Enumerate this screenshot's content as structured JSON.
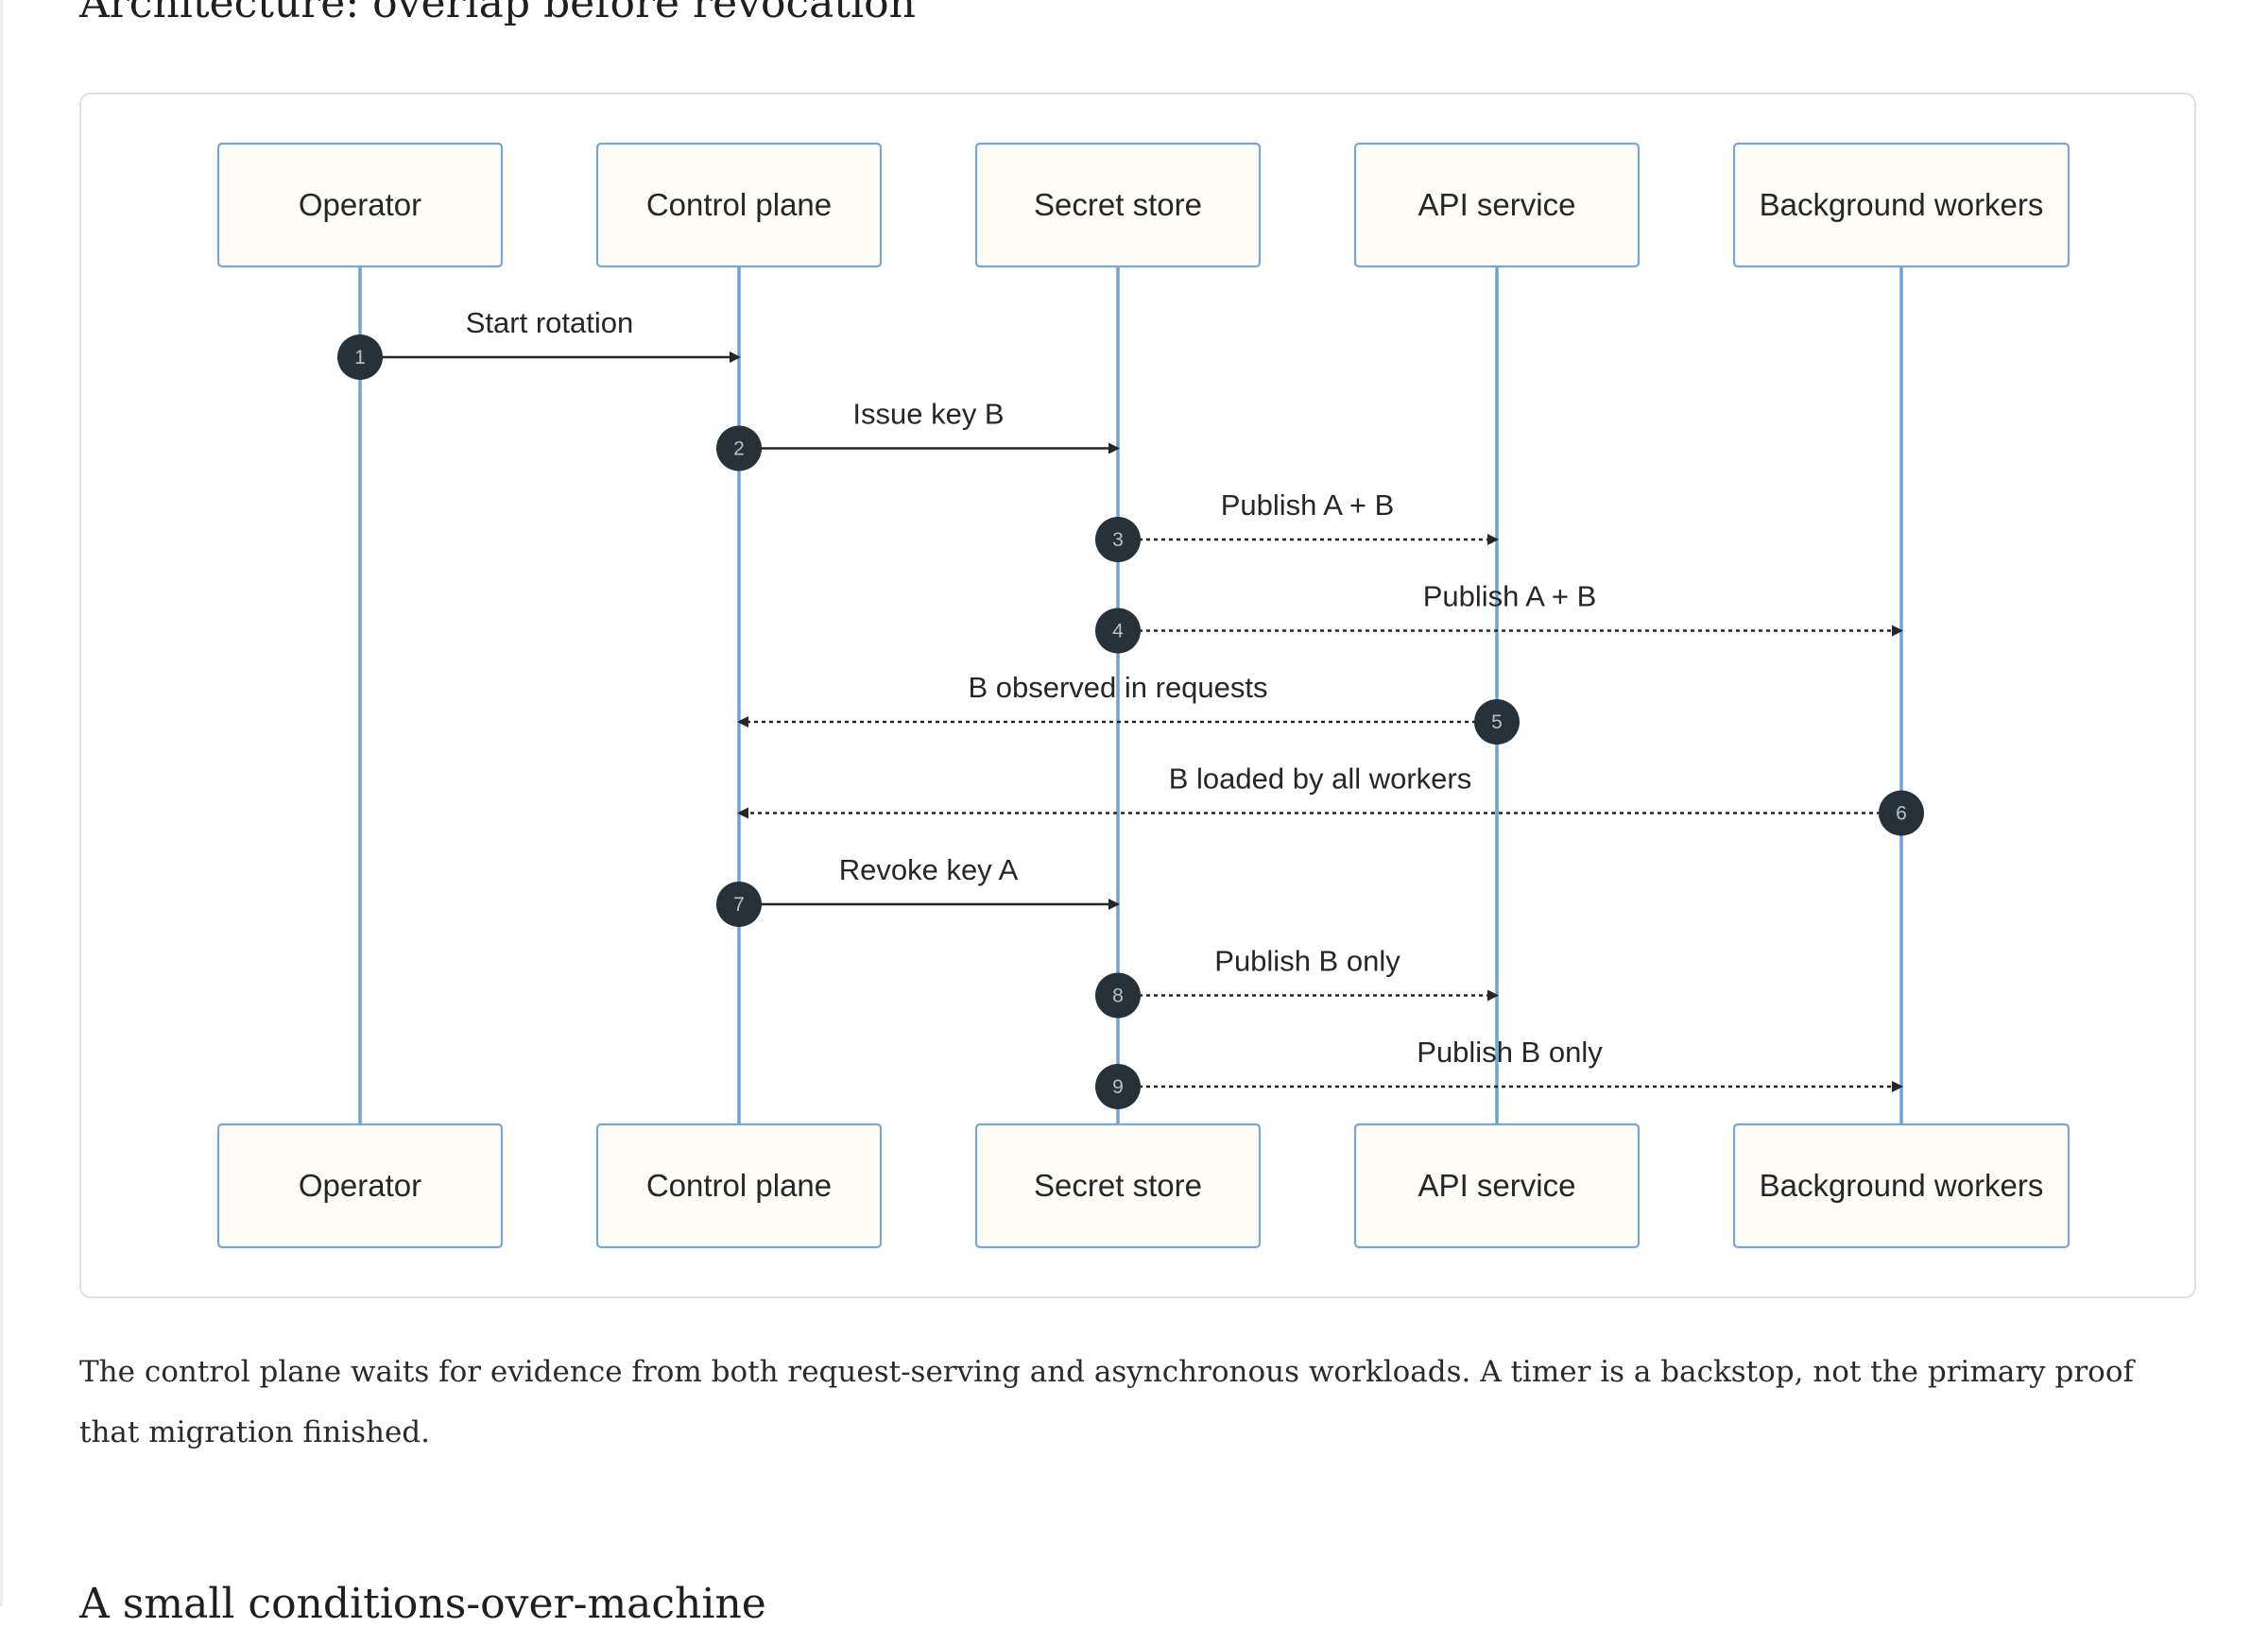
{
  "headings": {
    "architecture": "Architecture: overlap before revocation",
    "next": "A small conditions-over-machine"
  },
  "diagram": {
    "participants": [
      {
        "id": "operator",
        "label": "Operator"
      },
      {
        "id": "control",
        "label": "Control plane"
      },
      {
        "id": "store",
        "label": "Secret store"
      },
      {
        "id": "api",
        "label": "API service"
      },
      {
        "id": "workers",
        "label": "Background workers"
      }
    ],
    "messages": [
      {
        "num": "1",
        "from": "operator",
        "to": "control",
        "label": "Start rotation",
        "style": "solid"
      },
      {
        "num": "2",
        "from": "control",
        "to": "store",
        "label": "Issue key B",
        "style": "solid"
      },
      {
        "num": "3",
        "from": "store",
        "to": "api",
        "label": "Publish A + B",
        "style": "dotted"
      },
      {
        "num": "4",
        "from": "store",
        "to": "workers",
        "label": "Publish A + B",
        "style": "dotted"
      },
      {
        "num": "5",
        "from": "api",
        "to": "control",
        "label": "B observed in requests",
        "style": "dotted"
      },
      {
        "num": "6",
        "from": "workers",
        "to": "control",
        "label": "B loaded by all workers",
        "style": "dotted"
      },
      {
        "num": "7",
        "from": "control",
        "to": "store",
        "label": "Revoke key A",
        "style": "solid"
      },
      {
        "num": "8",
        "from": "store",
        "to": "api",
        "label": "Publish B only",
        "style": "dotted"
      },
      {
        "num": "9",
        "from": "store",
        "to": "workers",
        "label": "Publish B only",
        "style": "dotted"
      }
    ],
    "colors": {
      "lifeline": "#6ea3d9",
      "box_border": "#7aa6d6",
      "box_fill": "#fdfcf7",
      "arrow": "#262626",
      "marker": "#27313a"
    }
  },
  "caption": "The control plane waits for evidence from both request-serving and asynchronous workloads. A timer is a backstop, not the primary proof that migration finished."
}
